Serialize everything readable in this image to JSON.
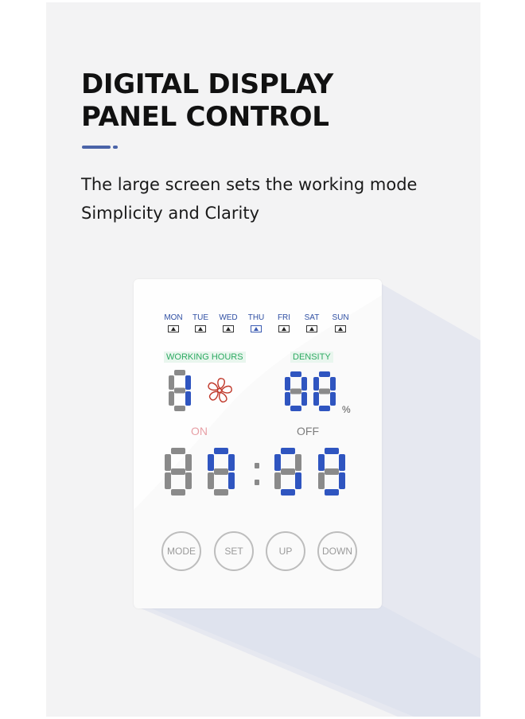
{
  "heading": {
    "line1": "DIGITAL DISPLAY",
    "line2": "PANEL CONTROL"
  },
  "accent_color": "#4a63a8",
  "subtitle": {
    "line1": "The large screen sets the working mode",
    "line2": "Simplicity and Clarity"
  },
  "panel": {
    "days": [
      {
        "label": "MON",
        "active": false
      },
      {
        "label": "TUE",
        "active": false
      },
      {
        "label": "WED",
        "active": false
      },
      {
        "label": "THU",
        "active": true
      },
      {
        "label": "FRI",
        "active": false
      },
      {
        "label": "SAT",
        "active": false
      },
      {
        "label": "SUN",
        "active": false
      }
    ],
    "working_hours_label": "WORKING HOURS",
    "density_label": "DENSITY",
    "percent_sign": "%",
    "on_label": "ON",
    "off_label": "OFF",
    "fan_icon": "fan-icon",
    "digit_color_active": "#2f55c0",
    "digit_color_inactive": "#8a8a8a",
    "buttons": [
      "MODE",
      "SET",
      "UP",
      "DOWN"
    ]
  }
}
